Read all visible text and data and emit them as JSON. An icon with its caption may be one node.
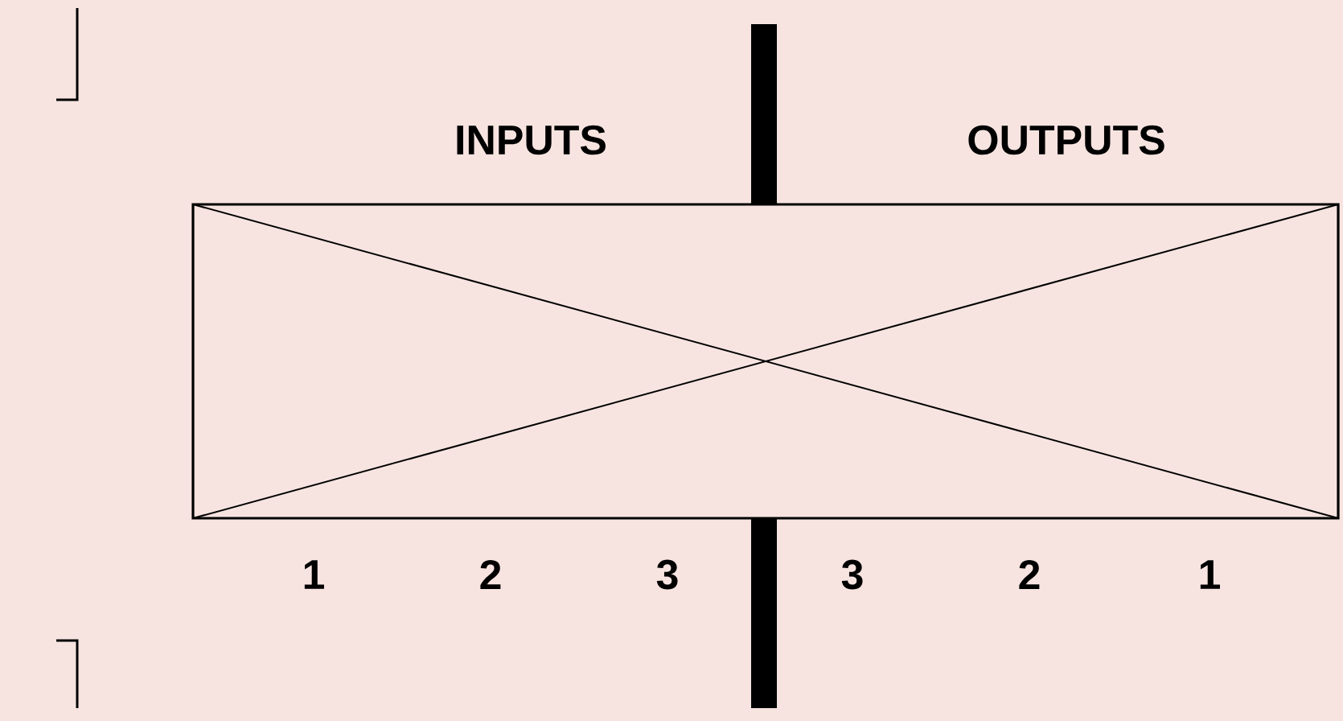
{
  "diagram": {
    "labels": [
      "INPUTS",
      "OUTPUTS",
      "1",
      "2",
      "3",
      "3",
      "2",
      "1"
    ]
  }
}
